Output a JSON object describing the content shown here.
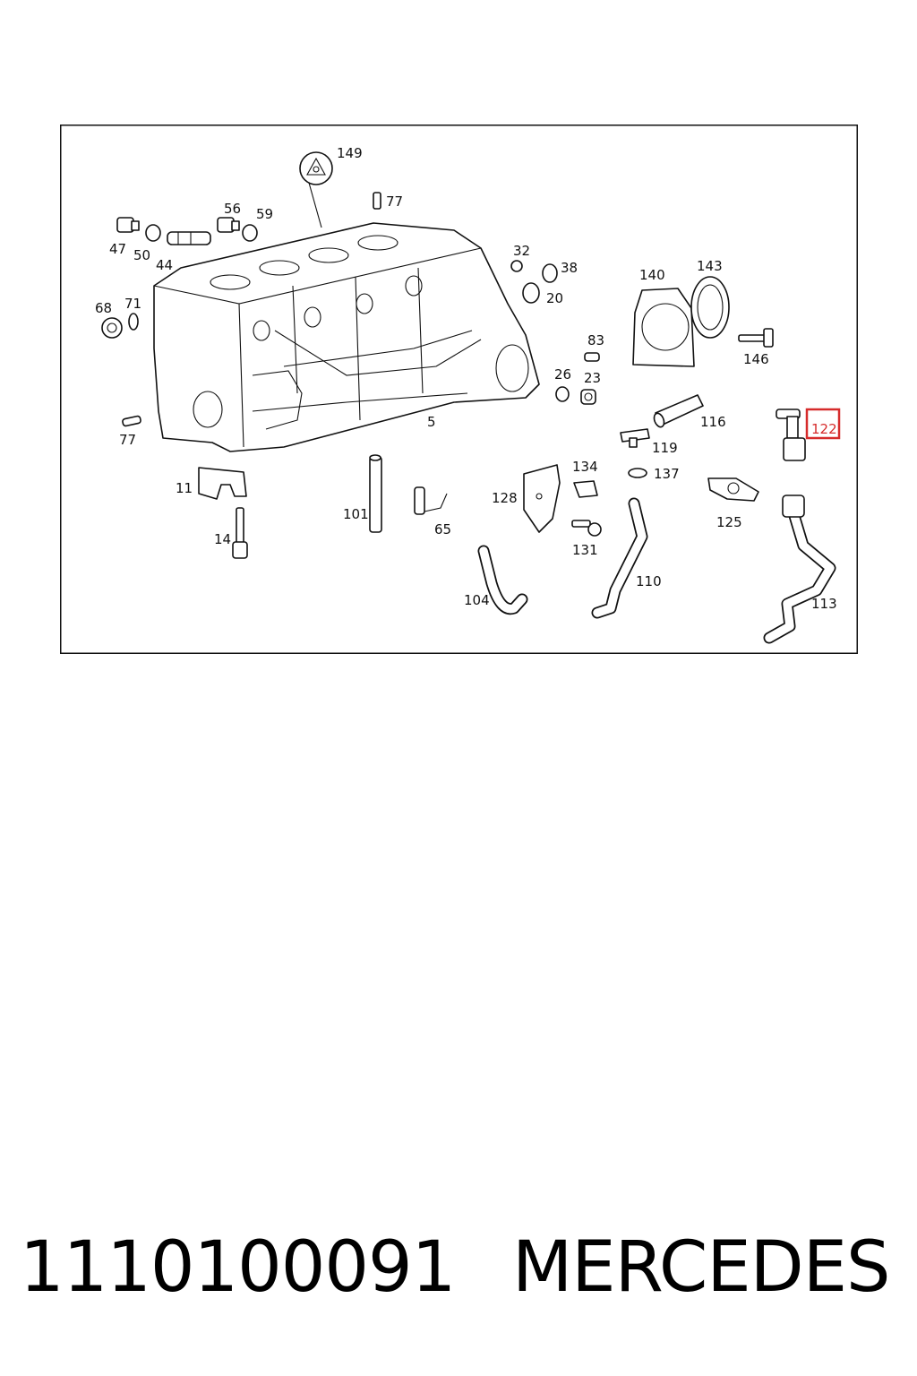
{
  "diagram": {
    "labels": {
      "p149": "149",
      "p77a": "77",
      "p56": "56",
      "p59": "59",
      "p47": "47",
      "p50": "50",
      "p44": "44",
      "p68": "68",
      "p71": "71",
      "p77b": "77",
      "p32": "32",
      "p38": "38",
      "p20": "20",
      "p140": "140",
      "p143": "143",
      "p83": "83",
      "p146": "146",
      "p26": "26",
      "p23": "23",
      "p5": "5",
      "p116": "116",
      "p122": "122",
      "p119": "119",
      "p11": "11",
      "p134": "134",
      "p137": "137",
      "p128": "128",
      "p101": "101",
      "p65": "65",
      "p125": "125",
      "p14": "14",
      "p131": "131",
      "p110": "110",
      "p104": "104",
      "p113": "113"
    },
    "highlighted_part": "122",
    "highlight_color": "#d62b2b"
  },
  "caption": {
    "part_number": "1110100091",
    "brand": "MERCEDES"
  }
}
